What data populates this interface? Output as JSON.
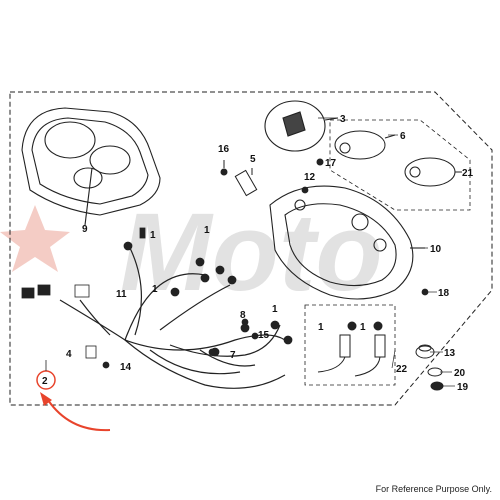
{
  "diagram": {
    "callouts": {
      "c1a": "1",
      "c1b": "1",
      "c1c": "1",
      "c1d": "1",
      "c1e": "1",
      "c1f": "1",
      "c2": "2",
      "c3": "3",
      "c4": "4",
      "c5": "5",
      "c6": "6",
      "c7": "7",
      "c8": "8",
      "c9": "9",
      "c10": "10",
      "c11": "11",
      "c12": "12",
      "c13": "13",
      "c14": "14",
      "c15": "15",
      "c16": "16",
      "c17": "17",
      "c18": "18",
      "c19": "19",
      "c20": "20",
      "c21": "21",
      "c22": "22"
    },
    "watermark": "Moto",
    "colors": {
      "line": "#222222",
      "watermark": "#e2e2e2",
      "accent": "#e8442c"
    }
  },
  "footer": {
    "note": "For Reference Purpose Only."
  }
}
